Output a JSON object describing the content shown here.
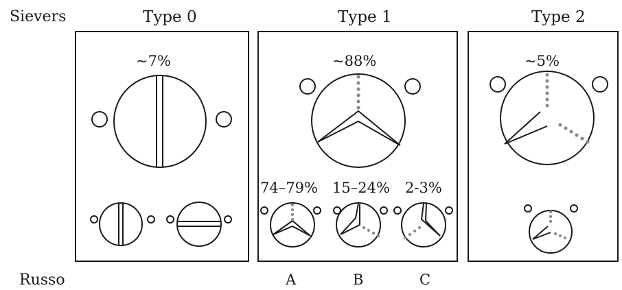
{
  "row_labels": {
    "top": "Sievers",
    "bottom": "Russo"
  },
  "columns": [
    {
      "title": "Type 0",
      "main_percent": "~7%",
      "sub_diagrams": []
    },
    {
      "title": "Type 1",
      "main_percent": "~88%",
      "sub_diagrams": [
        {
          "percent": "74–79%",
          "letter": "A"
        },
        {
          "percent": "15–24%",
          "letter": "B"
        },
        {
          "percent": "2-3%",
          "letter": "C"
        }
      ]
    },
    {
      "title": "Type 2",
      "main_percent": "~5%",
      "sub_diagrams": []
    }
  ],
  "colors": {
    "line": "#1a1a1a",
    "dots": "#8c8c8c",
    "background": "#ffffff"
  }
}
